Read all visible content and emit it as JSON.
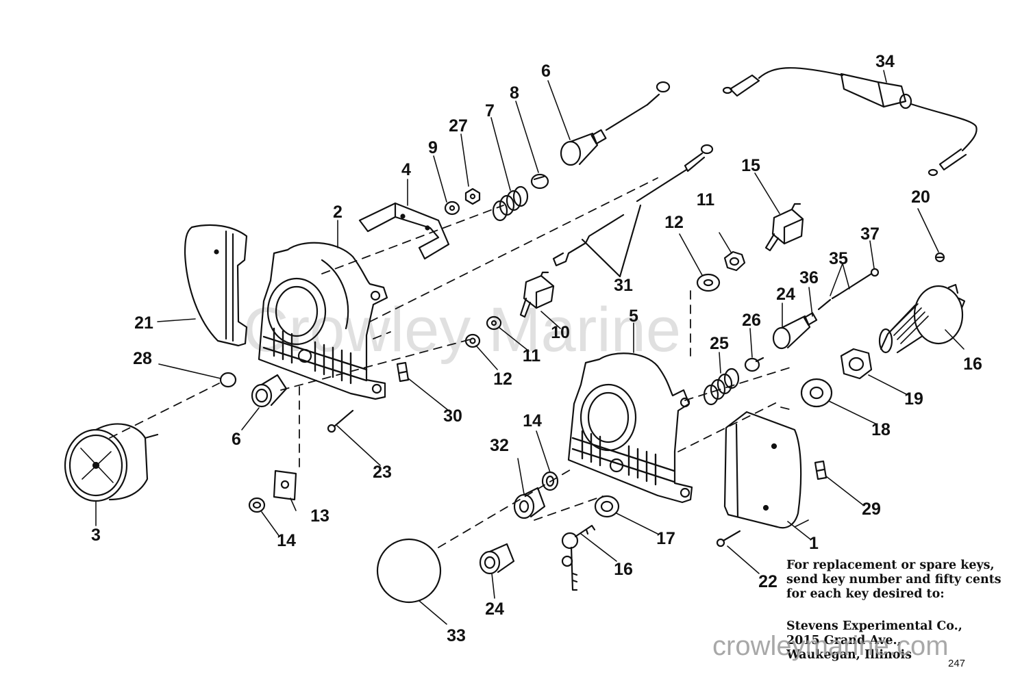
{
  "labels": {
    "p1": "1",
    "p2": "2",
    "p3": "3",
    "p4": "4",
    "p5": "5",
    "p6a": "6",
    "p6b": "6",
    "p7": "7",
    "p8": "8",
    "p9": "9",
    "p10": "10",
    "p11a": "11",
    "p11b": "11",
    "p12a": "12",
    "p12b": "12",
    "p13": "13",
    "p14a": "14",
    "p14b": "14",
    "p15": "15",
    "p16a": "16",
    "p16b": "16",
    "p17": "17",
    "p18": "18",
    "p19": "19",
    "p20": "20",
    "p21": "21",
    "p22": "22",
    "p23": "23",
    "p24a": "24",
    "p24b": "24",
    "p25": "25",
    "p26": "26",
    "p27": "27",
    "p28": "28",
    "p29": "29",
    "p30": "30",
    "p31": "31",
    "p32": "32",
    "p33": "33",
    "p34": "34",
    "p35": "35",
    "p36": "36",
    "p37": "37"
  },
  "note": {
    "line1": "For replacement or spare keys,",
    "line2": "send key number and fifty cents",
    "line3": "for each key desired to:",
    "addr1": "Stevens Experimental Co.,",
    "addr2": "2015 Grand Ave.,",
    "addr3": "Waukegan, Illinois"
  },
  "page_number": "247",
  "watermark": {
    "center": "Crowley Marine",
    "bottom": "crowleymarine.com"
  }
}
